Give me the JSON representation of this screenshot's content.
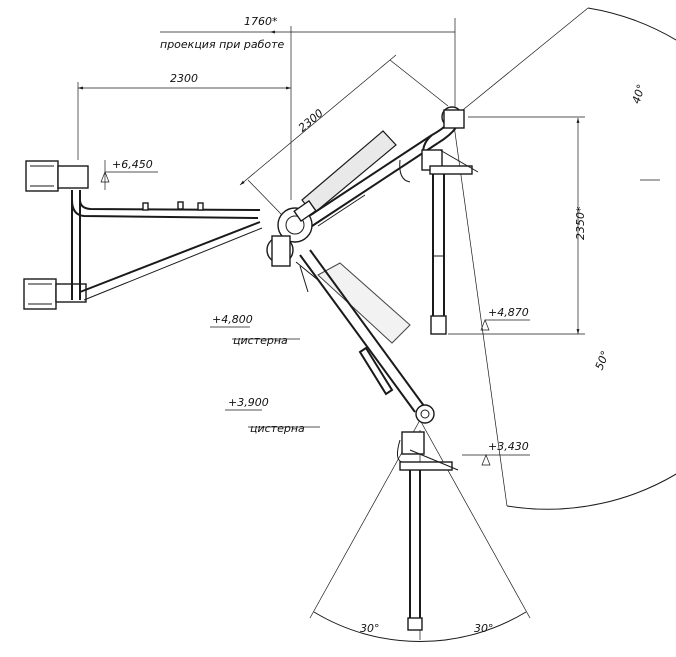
{
  "dimensions": {
    "top_width": "1760*",
    "top_note": "проекция при работе",
    "horizontal_reach": "2300",
    "arm_length": "2300",
    "vertical": "2350*",
    "angle_top": "40°",
    "angle_mid": "50°",
    "angle_left": "30°",
    "angle_right": "30°"
  },
  "elevations": {
    "mount": "+6,450",
    "stored": "+4,870",
    "tank_upper": "+4,800",
    "tank_upper_label": "цистерна",
    "tank_lower": "+3,900",
    "tank_lower_label": "цистерна",
    "working": "+3,430"
  }
}
